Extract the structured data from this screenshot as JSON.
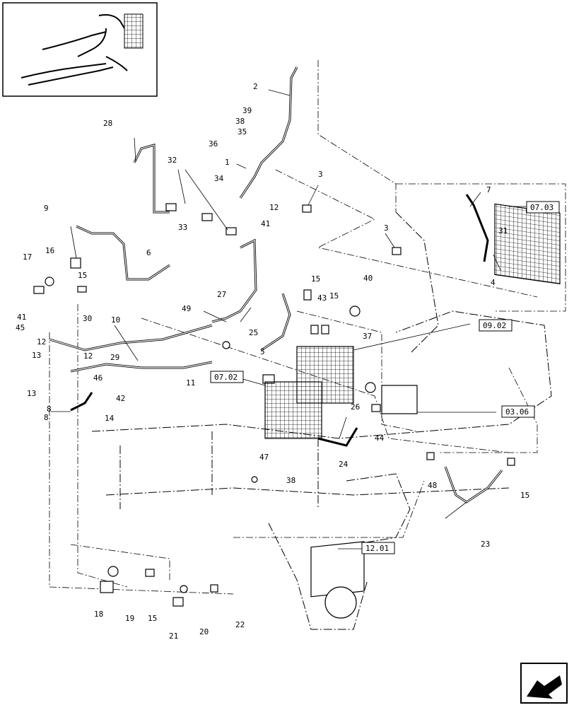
{
  "callouts": [
    "1",
    "2",
    "3",
    "3",
    "4",
    "5",
    "6",
    "7",
    "8",
    "8",
    "9",
    "10",
    "11",
    "12",
    "12",
    "12",
    "13",
    "13",
    "14",
    "15",
    "15",
    "15",
    "15",
    "15",
    "16",
    "17",
    "18",
    "19",
    "20",
    "21",
    "22",
    "23",
    "24",
    "25",
    "26",
    "27",
    "28",
    "29",
    "30",
    "31",
    "32",
    "33",
    "34",
    "35",
    "36",
    "37",
    "38",
    "38",
    "39",
    "40",
    "41",
    "41",
    "42",
    "43",
    "44",
    "45",
    "46",
    "47",
    "48",
    "49"
  ],
  "references": [
    "07.03",
    "09.02",
    "07.02",
    "03.06",
    "12.01"
  ],
  "icons": {
    "nav": "next-page-arrow-icon"
  }
}
